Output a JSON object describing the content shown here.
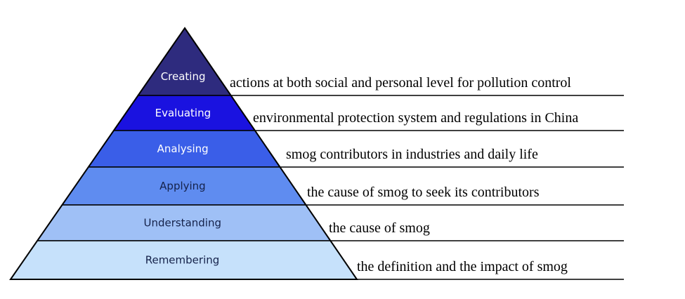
{
  "levels": [
    {
      "label": "Creating",
      "description": "actions at both social and personal level for pollution control",
      "fill": "#2e2b7e",
      "text_color": "#ffffff"
    },
    {
      "label": "Evaluating",
      "description": "environmental protection system and regulations in China",
      "fill": "#1a12e0",
      "text_color": "#ffffff"
    },
    {
      "label": "Analysing",
      "description": "smog contributors in industries and daily life",
      "fill": "#3a5ee8",
      "text_color": "#ffffff"
    },
    {
      "label": "Applying",
      "description": "the cause of smog to seek its contributors",
      "fill": "#5f8cf0",
      "text_color": "#15224a"
    },
    {
      "label": "Understanding",
      "description": "the cause of smog",
      "fill": "#9fc0f6",
      "text_color": "#15224a"
    },
    {
      "label": "Remembering",
      "description": "the definition and the impact of smog",
      "fill": "#c6e1fb",
      "text_color": "#15224a"
    }
  ]
}
